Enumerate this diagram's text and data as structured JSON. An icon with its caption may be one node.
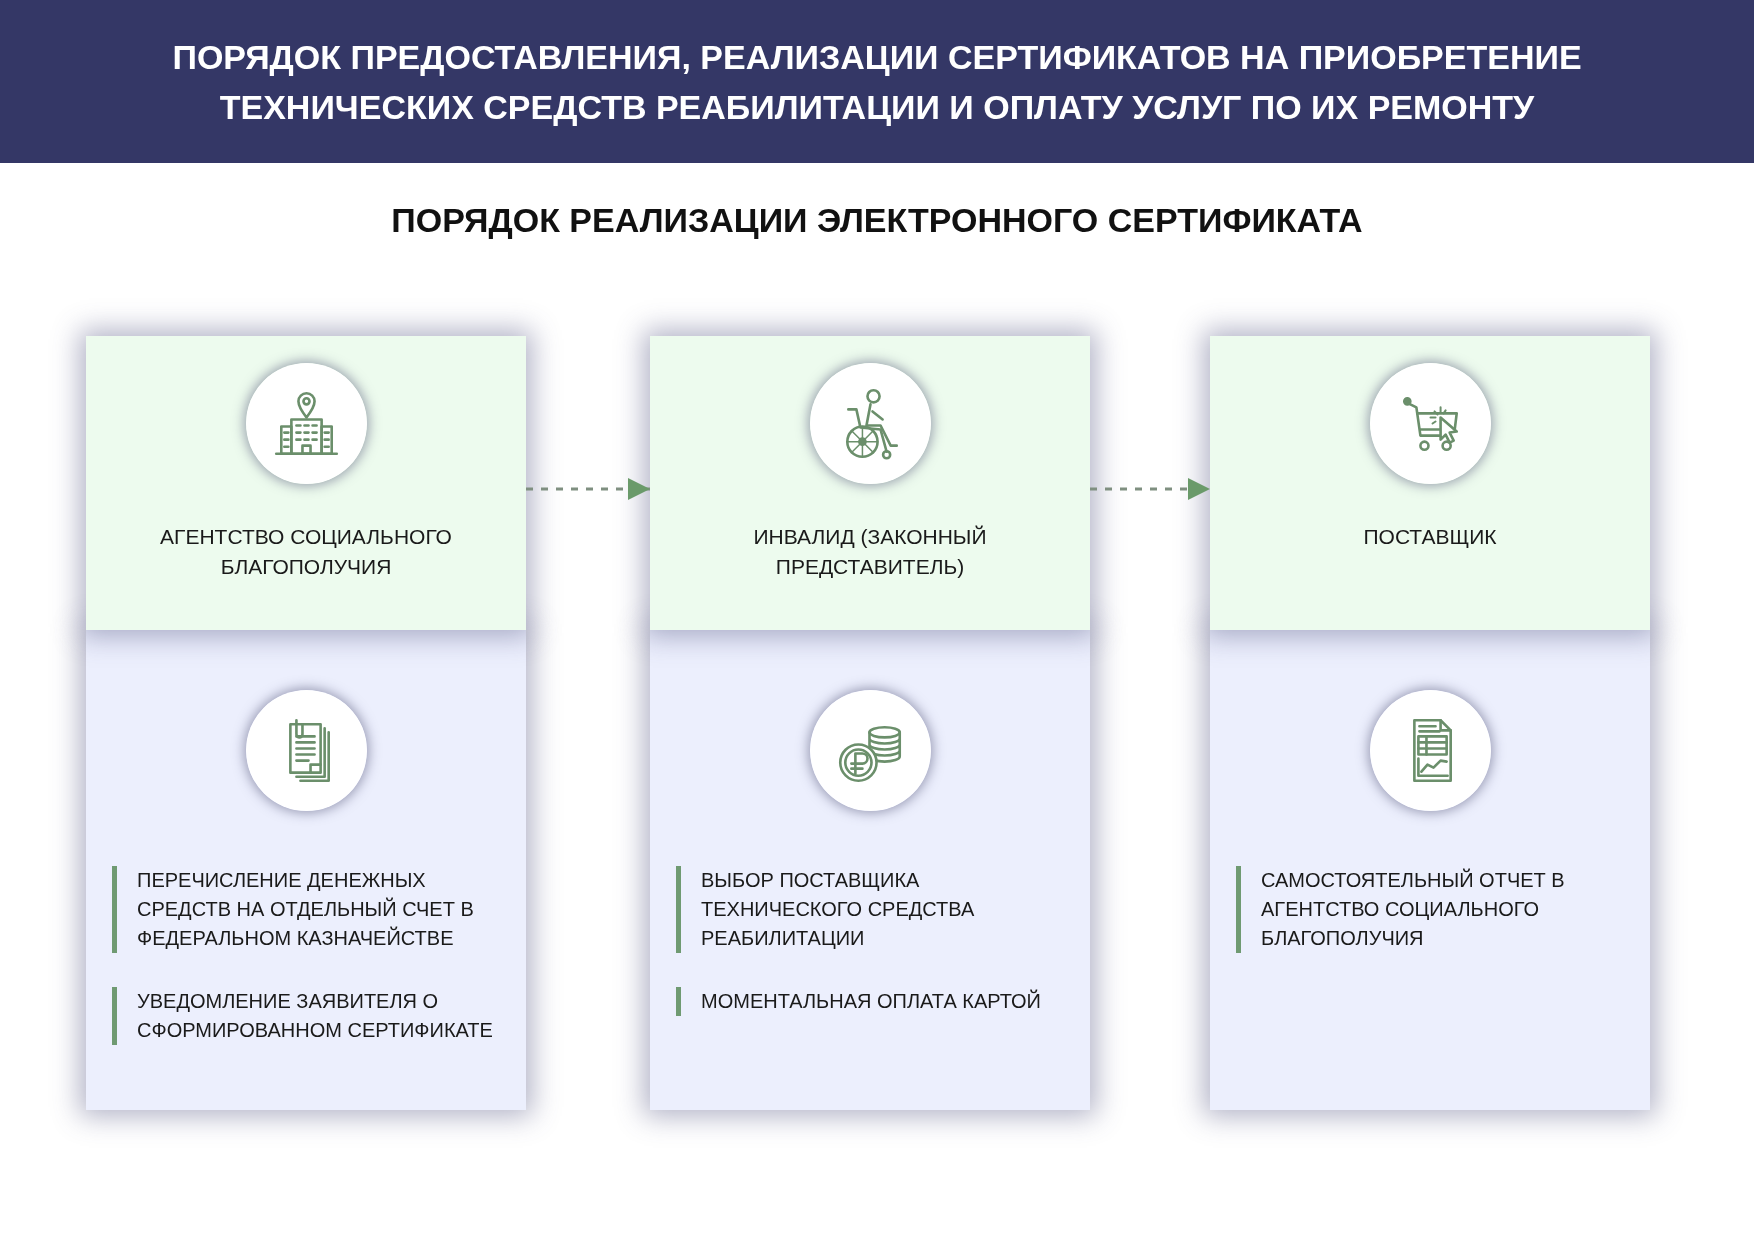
{
  "diagram": {
    "title": "ПОРЯДОК ПРЕДОСТАВЛЕНИЯ, РЕАЛИЗАЦИИ СЕРТИФИКАТОВ НА ПРИОБРЕТЕНИЕ ТЕХНИЧЕСКИХ СРЕДСТВ РЕАБИЛИТАЦИИ И ОПЛАТУ УСЛУГ ПО ИХ РЕМОНТУ",
    "nodes": [
      {
        "text": [
          "АГЕНТСТВО СОЦИАЛЬНОГО БЛАГОПОЛУЧИЯ"
        ]
      },
      {
        "text": [
          "ИНВАЛИД (ЗАКОННЫЙ ПРЕДСТАВИТЕЛЬ)"
        ]
      },
      {
        "text": [
          "ПОСТАВЩИК"
        ]
      },
      {
        "text": [
          "ПЕРЕЧИСЛЕНИЕ ДЕНЕЖНЫХ СРЕДСТВ НА ОТДЕЛЬНЫЙ СЧЕТ В ФЕДЕРАЛЬНОМ КАЗНАЧЕЙСТВЕ",
          "УВЕДОМЛЕНИЕ ЗАЯВИТЕЛЯ О СФОРМИРОВАННОМ СЕРТИФИКАТЕ"
        ]
      },
      {
        "text": [
          "ВЫБОР ПОСТАВЩИКА ТЕХНИЧЕСКОГО СРЕДСТВА РЕАБИЛИТАЦИИ",
          "МОМЕНТАЛЬНАЯ ОПЛАТА КАРТОЙ"
        ]
      },
      {
        "text": [
          "САМОСТОЯТЕЛЬНЫЙ ОТЧЕТ В АГЕНТСТВО СОЦИАЛЬНОГО БЛАГОПОЛУЧИЯ"
        ]
      }
    ],
    "edges": [
      {
        "from": 0,
        "to": 1,
        "arrow": "to",
        "style": "dashed"
      },
      {
        "from": 1,
        "to": 2,
        "arrow": "to",
        "style": "dashed"
      }
    ],
    "labels": [
      "ПОРЯДОК РЕАЛИЗАЦИИ ЭЛЕКТРОННОГО СЕРТИФИКАТА"
    ]
  }
}
